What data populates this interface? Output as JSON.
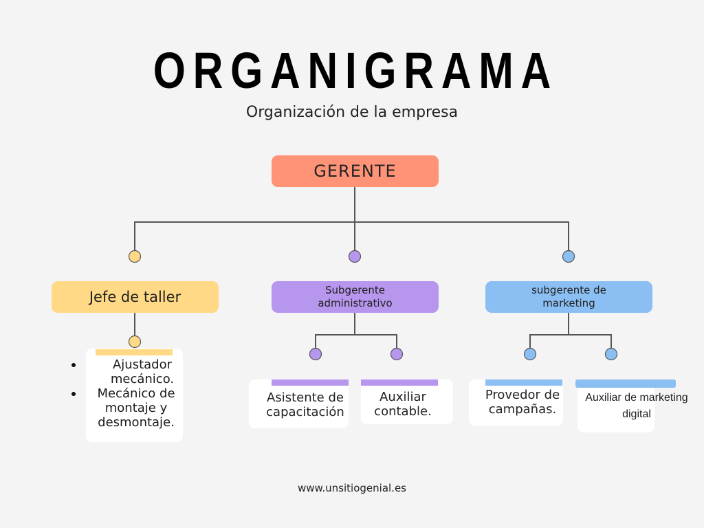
{
  "title": "ORGANIGRAMA",
  "subtitle": "Organización de la empresa",
  "colors": {
    "background": "#f4f4f4",
    "gerente": "#ff9378",
    "taller": "#ffd985",
    "administrativo": "#b796ee",
    "marketing": "#8bbff3",
    "connector": "#555555"
  },
  "root": {
    "label": "GERENTE"
  },
  "branches": [
    {
      "label": "Jefe de taller",
      "children_list": [
        "Ajustador mecánico.",
        "Mecánico de montaje y desmontaje."
      ]
    },
    {
      "label": "Subgerente administrativo",
      "children": [
        "Asistente de capacitación",
        "Auxiliar contable."
      ]
    },
    {
      "label": "subgerente de marketing",
      "children": [
        "Provedor de campañas.",
        "Auxiliar de marketing digital"
      ]
    }
  ],
  "footer": "www.unsitiogenial.es"
}
